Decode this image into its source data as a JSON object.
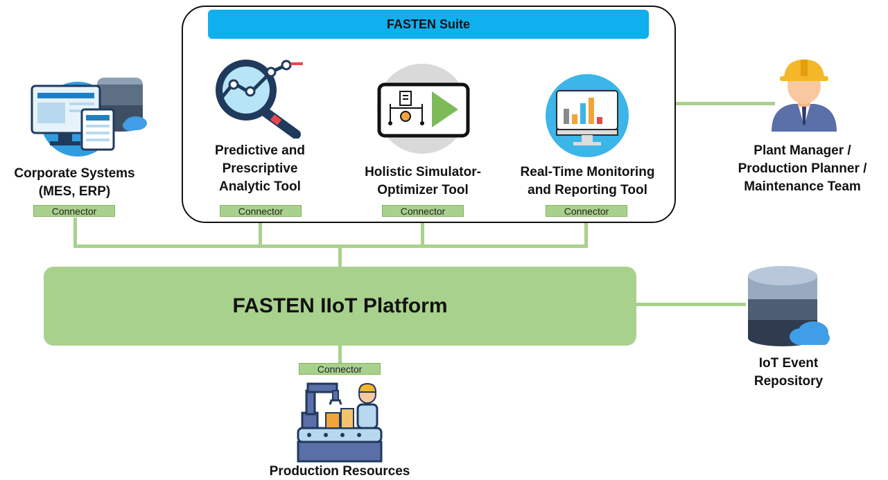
{
  "suite": {
    "title": "FASTEN Suite"
  },
  "tools": [
    {
      "label_line1": "Predictive and",
      "label_line2": "Prescriptive",
      "label_line3": "Analytic Tool",
      "connector": "Connector"
    },
    {
      "label_line1": "Holistic Simulator-",
      "label_line2": "Optimizer Tool",
      "connector": "Connector"
    },
    {
      "label_line1": "Real-Time Monitoring",
      "label_line2": "and Reporting Tool",
      "connector": "Connector"
    }
  ],
  "corporate": {
    "label_line1": "Corporate Systems",
    "label_line2": "(MES, ERP)",
    "connector": "Connector"
  },
  "platform": {
    "title": "FASTEN IIoT Platform"
  },
  "manager": {
    "label_line1": "Plant Manager /",
    "label_line2": "Production Planner /",
    "label_line3": "Maintenance Team"
  },
  "repository": {
    "label_line1": "IoT Event",
    "label_line2": "Repository"
  },
  "production": {
    "label": "Production Resources",
    "connector": "Connector"
  },
  "colors": {
    "platform": "#a9d18e",
    "suite_bar": "#0fb0ee",
    "line": "#a9d18e"
  }
}
